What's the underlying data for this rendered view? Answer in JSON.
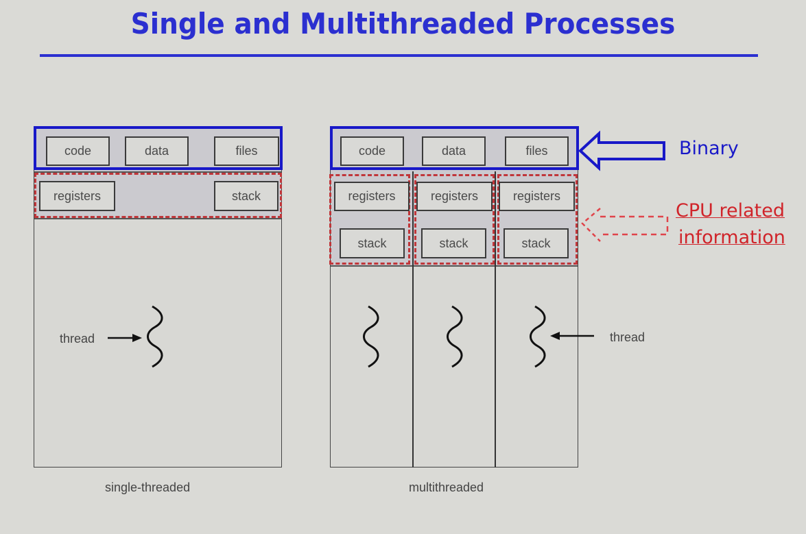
{
  "title": "Single and Multithreaded Processes",
  "single": {
    "shared": [
      "code",
      "data",
      "files"
    ],
    "registers": "registers",
    "stack": "stack",
    "thread_label": "thread",
    "caption": "single-threaded"
  },
  "multi": {
    "shared": [
      "code",
      "data",
      "files"
    ],
    "threads": [
      {
        "registers": "registers",
        "stack": "stack"
      },
      {
        "registers": "registers",
        "stack": "stack"
      },
      {
        "registers": "registers",
        "stack": "stack"
      }
    ],
    "thread_label": "thread",
    "caption": "multithreaded"
  },
  "annotations": {
    "binary": "Binary",
    "cpu_line1": "CPU related",
    "cpu_line2": "information",
    "binary_color": "#1818c8",
    "cpu_color": "#d0242a"
  }
}
